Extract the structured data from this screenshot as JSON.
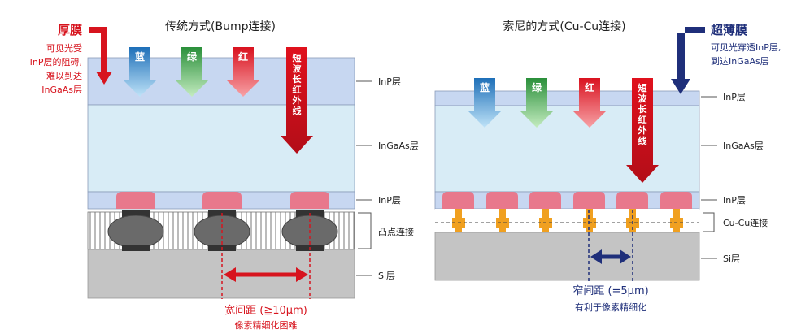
{
  "left": {
    "title": "传统方式(Bump连接)",
    "callout_title": "厚膜",
    "callout_lines": [
      "可见光受",
      "InP层的阻碍,",
      "难以到达",
      "InGaAs层"
    ],
    "arrows": [
      "蓝",
      "绿",
      "红",
      "短波长红外线"
    ],
    "layers": [
      "InP层",
      "InGaAs层",
      "InP层",
      "凸点连接",
      "Si层"
    ],
    "pitch_label": "宽间距 (≧10μm)",
    "pitch_sub": "像素精细化困难"
  },
  "right": {
    "title": "索尼的方式(Cu-Cu连接)",
    "callout_title": "超薄膜",
    "callout_lines": [
      "可见光穿透InP层,",
      "到达InGaAs层"
    ],
    "arrows": [
      "蓝",
      "绿",
      "红",
      "短波长红外线"
    ],
    "layers": [
      "InP层",
      "InGaAs层",
      "InP层",
      "Cu-Cu连接",
      "Si层"
    ],
    "pitch_label": "窄间距 (=5μm)",
    "pitch_sub": "有利于像素精细化"
  },
  "colors": {
    "red_accent": "#d7141e",
    "navy_accent": "#1f2f7a",
    "blue_arrow": "#2c86c8",
    "green_arrow": "#3aa24a",
    "red_arrow": "#e21d2d",
    "inp_layer": "#c7d7f1",
    "ingaas_layer": "#d8ecf6",
    "si_layer": "#c4c4c4",
    "pixel_pink": "#e8788c",
    "bump_gray": "#6a6a6a",
    "cu_orange": "#f0a020"
  }
}
